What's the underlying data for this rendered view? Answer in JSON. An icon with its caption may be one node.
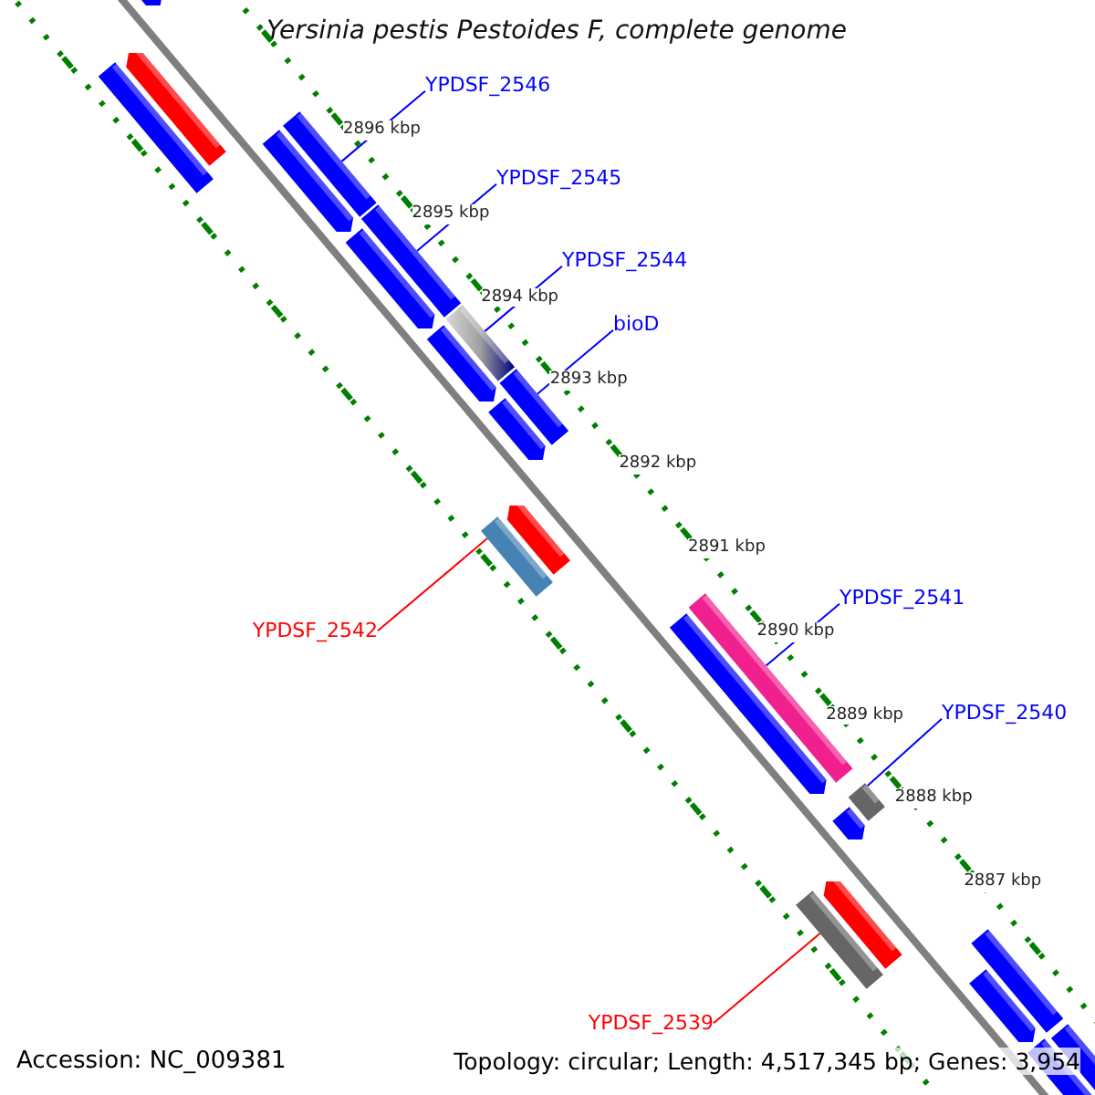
{
  "diagram": {
    "title": "Yersinia pestis Pestoides F, complete genome",
    "nodes": [
      {
        "text": [
          "YPDSF_2546"
        ]
      },
      {
        "text": [
          "YPDSF_2545"
        ]
      },
      {
        "text": [
          "YPDSF_2544"
        ]
      },
      {
        "text": [
          "bioD"
        ]
      },
      {
        "text": [
          "YPDSF_2542"
        ]
      },
      {
        "text": [
          "YPDSF_2541"
        ]
      },
      {
        "text": [
          "YPDSF_2540"
        ]
      },
      {
        "text": [
          "YPDSF_2539"
        ]
      },
      {
        "text": [],
        "shape": "bar"
      },
      {
        "text": [],
        "shape": "bar"
      },
      {
        "text": [],
        "shape": "bar"
      },
      {
        "text": [],
        "shape": "bar"
      },
      {
        "text": [],
        "shape": "bar"
      },
      {
        "text": [],
        "shape": "bar"
      },
      {
        "text": [],
        "shape": "bar"
      },
      {
        "text": [],
        "shape": "bar"
      },
      {
        "text": [],
        "shape": "bar"
      },
      {
        "text": [],
        "shape": "bar"
      },
      {
        "text": [],
        "shape": "bar"
      },
      {
        "text": [],
        "shape": "bar"
      },
      {
        "text": [],
        "shape": "bar"
      },
      {
        "text": [],
        "shape": "bar"
      },
      {
        "text": [],
        "shape": "bar"
      },
      {
        "text": [],
        "shape": "bar"
      },
      {
        "text": [],
        "shape": "bar"
      },
      {
        "text": [],
        "shape": "bar"
      },
      {
        "text": [],
        "shape": "bar"
      },
      {
        "text": [],
        "shape": "bar"
      },
      {
        "text": [],
        "shape": "bar"
      },
      {
        "text": [],
        "shape": "bar"
      },
      {
        "text": [],
        "shape": "bar"
      }
    ],
    "edges": [
      {
        "from": 0,
        "to": 11,
        "arrow": "none"
      },
      {
        "from": 1,
        "to": 13,
        "arrow": "none"
      },
      {
        "from": 2,
        "to": 15,
        "arrow": "none"
      },
      {
        "from": 3,
        "to": 17,
        "arrow": "none"
      },
      {
        "from": 4,
        "to": 20,
        "arrow": "none",
        "color": "#ff0000"
      },
      {
        "from": 5,
        "to": 21,
        "arrow": "none"
      },
      {
        "from": 6,
        "to": 23,
        "arrow": "none"
      },
      {
        "from": 7,
        "to": 26,
        "arrow": "none",
        "color": "#ff0000"
      }
    ],
    "labels": [
      "2896 kbp",
      "2895 kbp",
      "2894 kbp",
      "2893 kbp",
      "2892 kbp",
      "2891 kbp",
      "2890 kbp",
      "2889 kbp",
      "2888 kbp",
      "2887 kbp",
      "Accession: NC_009381",
      "Topology: circular; Length: 4,517,345 bp; Genes: 3,954"
    ]
  }
}
